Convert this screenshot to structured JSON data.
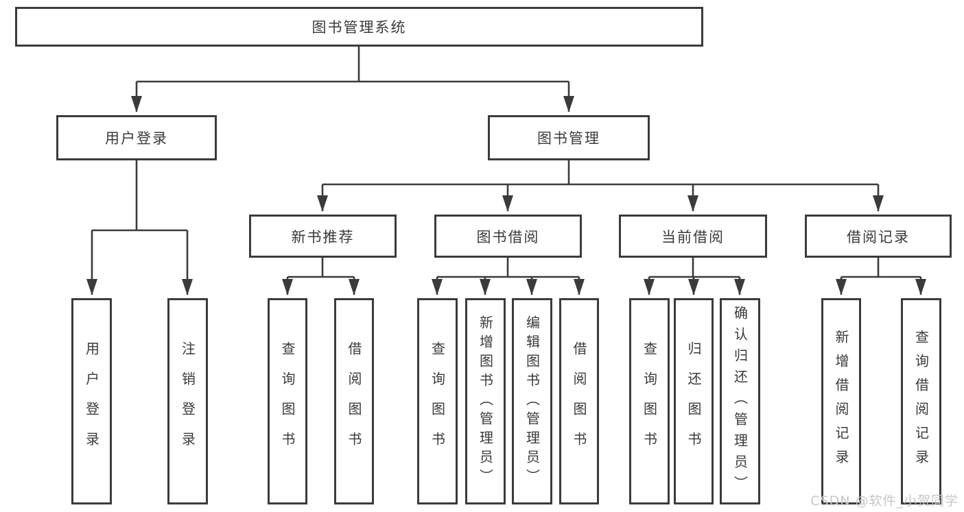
{
  "root": {
    "label": "图书管理系统"
  },
  "branches": {
    "user_login": {
      "label": "用户登录",
      "children": [
        "用户登录",
        "注销登录"
      ]
    },
    "book_management": {
      "label": "图书管理",
      "sections": {
        "new_books": {
          "label": "新书推荐",
          "children": [
            "查询图书",
            "借阅图书"
          ]
        },
        "book_borrowing": {
          "label": "图书借阅",
          "children": [
            "查询图书",
            "新增图书（管理员）",
            "编辑图书（管理员）",
            "借阅图书"
          ]
        },
        "current_borrowing": {
          "label": "当前借阅",
          "children": [
            "查询图书",
            "归还图书",
            "确认归还（管理员）"
          ]
        },
        "borrow_records": {
          "label": "借阅记录",
          "children": [
            "新增借阅记录",
            "查询借阅记录"
          ]
        }
      }
    }
  },
  "watermark": "CSDN @软件_小贺同学",
  "colors": {
    "line": "#3b3b3b",
    "box_border": "#3b3b3b",
    "text": "#3a3a3a",
    "watermark": "#c7c7c7",
    "background": "#ffffff"
  }
}
